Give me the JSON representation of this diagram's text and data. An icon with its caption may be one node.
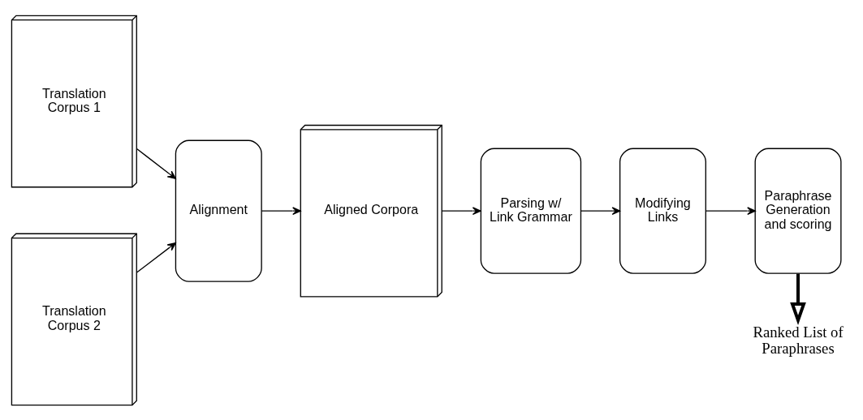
{
  "diagram": {
    "nodes": [
      {
        "text": [
          "Translation Corpus 1"
        ]
      },
      {
        "text": [
          "Translation Corpus 2"
        ]
      },
      {
        "text": [
          "Alignment"
        ]
      },
      {
        "text": [
          "Aligned Corpora"
        ]
      },
      {
        "text": [
          "Parsing w/ Link Grammar"
        ]
      },
      {
        "text": [
          "Modifying Links"
        ]
      },
      {
        "text": [
          "Paraphrase Generation and scoring"
        ]
      },
      {
        "text": [
          "Ranked List of Paraphrases"
        ]
      }
    ],
    "edges": [
      {
        "from": 0,
        "to": 2,
        "arrow": "to"
      },
      {
        "from": 1,
        "to": 2,
        "arrow": "to"
      },
      {
        "from": 2,
        "to": 3,
        "arrow": "to"
      },
      {
        "from": 3,
        "to": 4,
        "arrow": "to"
      },
      {
        "from": 4,
        "to": 5,
        "arrow": "to"
      },
      {
        "from": 5,
        "to": 6,
        "arrow": "to"
      },
      {
        "from": 6,
        "to": 7,
        "arrow": "to",
        "style": "thick"
      }
    ]
  }
}
